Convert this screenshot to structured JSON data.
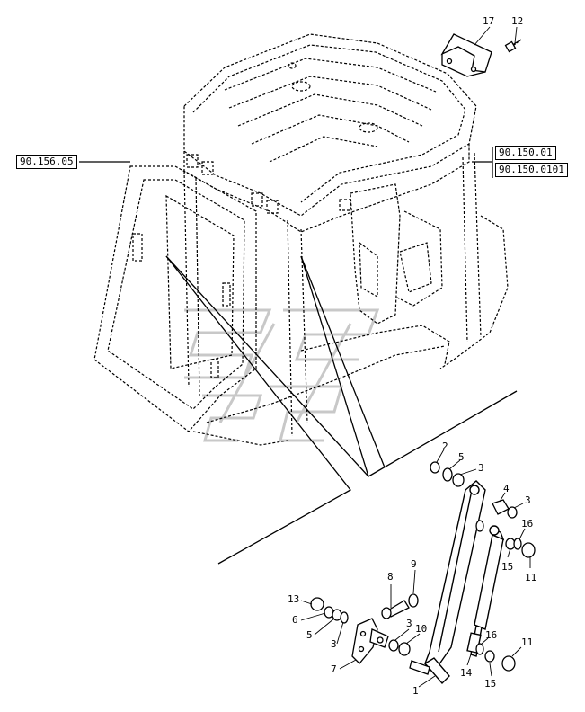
{
  "references": {
    "left": "90.156.05",
    "right_top": "90.150.01",
    "right_bottom": "90.150.0101"
  },
  "callouts": {
    "c17": "17",
    "c12": "12",
    "c2": "2",
    "c5a": "5",
    "c3a": "3",
    "c4": "4",
    "c3b": "3",
    "c16a": "16",
    "c15a": "15",
    "c11a": "11",
    "c8": "8",
    "c9": "9",
    "c13": "13",
    "c6": "6",
    "c5b": "5",
    "c3c": "3",
    "c3d": "3",
    "c10": "10",
    "c7": "7",
    "c14": "14",
    "c16b": "16",
    "c15b": "15",
    "c11b": "11",
    "c1": "1"
  }
}
